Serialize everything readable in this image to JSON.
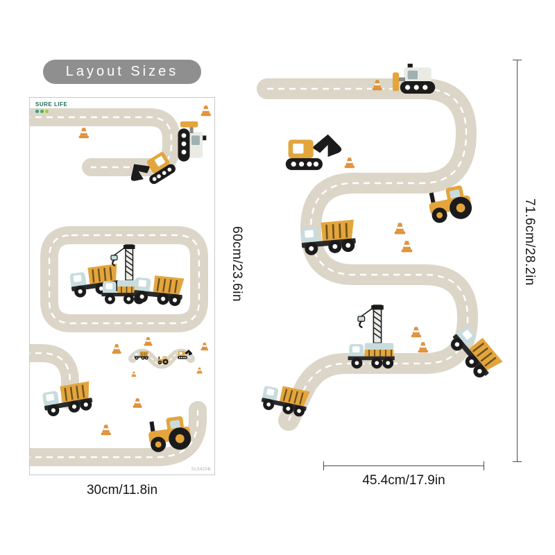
{
  "badge": {
    "label": "Layout Sizes"
  },
  "brand": {
    "name": "SURE LIFE"
  },
  "left_sheet": {
    "width_label": "30cm/11.8in",
    "height_label": "60cm/23.6in",
    "product_code": "SL5420B"
  },
  "right_layout": {
    "width_label": "45.4cm/17.9in",
    "height_label": "71.6cm/28.2in"
  },
  "colors": {
    "road": "#DCD6C8",
    "road_dash": "#FFFFFF",
    "vehicle_yellow": "#E3A53C",
    "vehicle_blue": "#C9DCDD",
    "vehicle_dark": "#1B1B1B",
    "cone_orange": "#E0923C",
    "badge_background": "#8F8F8F",
    "dimension_text": "#141414"
  },
  "icons": {
    "vehicles": [
      "excavator",
      "bulldozer",
      "dump-truck",
      "crane-truck",
      "tractor",
      "traffic-cone"
    ]
  }
}
